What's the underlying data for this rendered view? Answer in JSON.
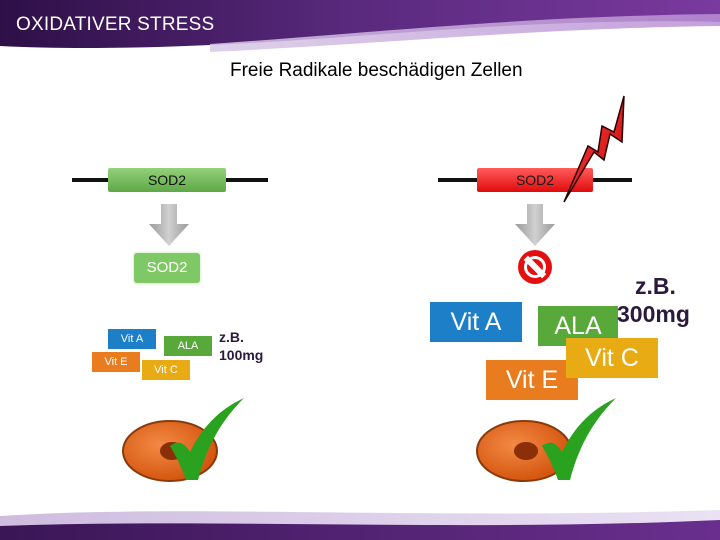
{
  "header": {
    "title": "OXIDATIVER STRESS",
    "subtitle": "Freie Radikale beschädigen Zellen"
  },
  "colors": {
    "header_purple": "#4a2469",
    "accent_green": "#7ec865",
    "accent_red": "#e00b0b",
    "vit_a": "#1e7fc9",
    "vit_e": "#e97c1f",
    "ala": "#58a83a",
    "vit_c": "#e9ab14",
    "cell": "#e8641c"
  },
  "left": {
    "gene_label": "SOD2",
    "protein_label": "SOD2",
    "antioxidants": {
      "vit_a": "Vit A",
      "vit_e": "Vit E",
      "ala": "ALA",
      "vit_c": "Vit C"
    },
    "dose": [
      "z.B.",
      "100mg"
    ]
  },
  "right": {
    "gene_label": "SOD2",
    "antioxidants": {
      "vit_a": "Vit A",
      "vit_e": "Vit E",
      "ala": "ALA",
      "vit_c": "Vit C"
    },
    "dose": [
      "z.B.",
      "300mg"
    ]
  },
  "icons": {
    "left_arrow": "down-arrow-icon",
    "right_arrow": "down-arrow-icon",
    "blocked": "prohibited-icon",
    "damage": "lightning-bolt-icon",
    "cell": "cell-icon",
    "check": "checkmark-icon"
  }
}
